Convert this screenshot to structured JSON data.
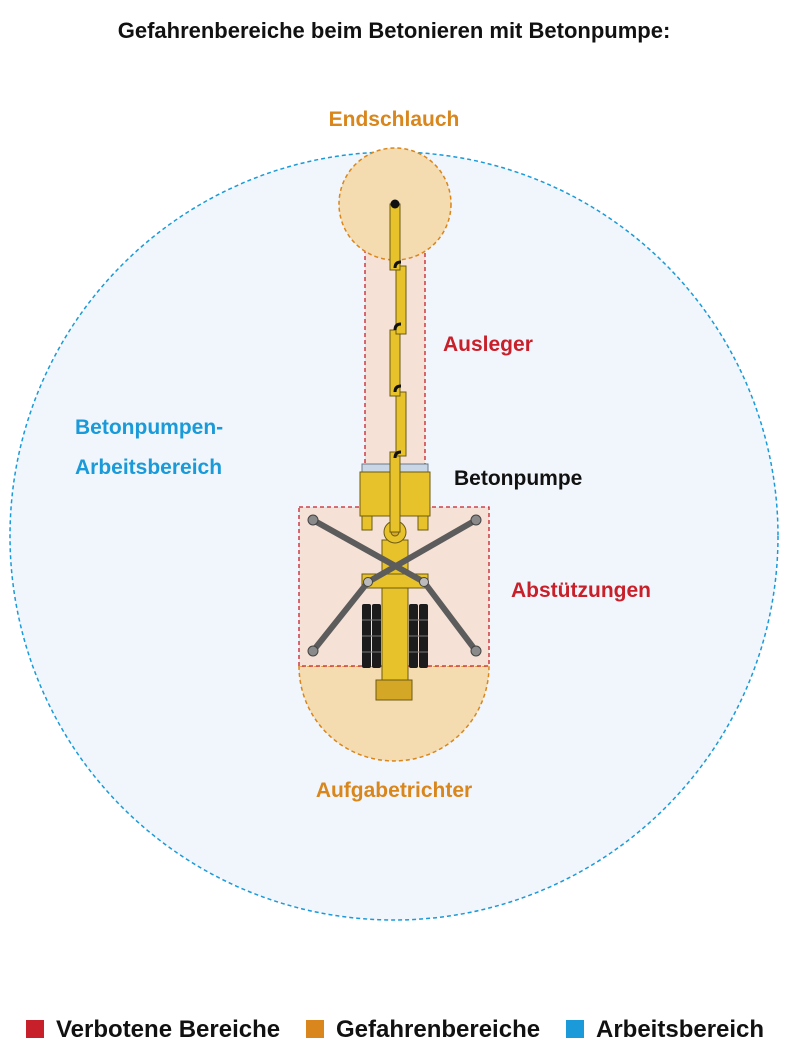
{
  "title": "Gefahrenbereiche beim Betonieren mit Betonpumpe:",
  "colors": {
    "forbidden": "#c8202a",
    "danger": "#d9861c",
    "work": "#1a9ad8",
    "machine": "#e8c22a",
    "work_fill": "#f1f6fc",
    "danger_fill": "#f4dcb0",
    "forbidden_fill": "#f6e1d6"
  },
  "labels": {
    "endschlauch": "Endschlauch",
    "ausleger": "Ausleger",
    "betonpumpe": "Betonpumpe",
    "abstuetzungen": "Abstützungen",
    "aufgabetrichter": "Aufgabetrichter",
    "arbeitsbereich_line1": "Betonpumpen-",
    "arbeitsbereich_line2": "Arbeitsbereich"
  },
  "legend": [
    {
      "label": "Verbotene Bereiche",
      "color": "#c8202a"
    },
    {
      "label": "Gefahrenbereiche",
      "color": "#d9861c"
    },
    {
      "label": "Arbeitsbereich",
      "color": "#1a9ad8"
    }
  ]
}
